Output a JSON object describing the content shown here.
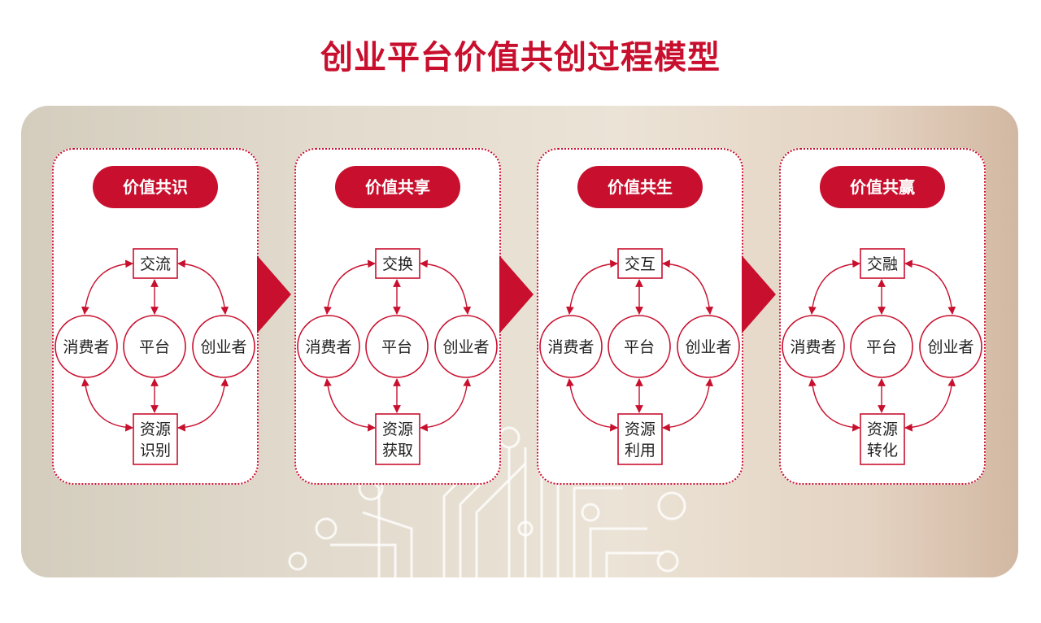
{
  "title": "创业平台价值共创过程模型",
  "colors": {
    "accent": "#c8102e"
  },
  "stages": [
    {
      "name": "价值共识",
      "top": "交流",
      "left": "消费者",
      "center": "平台",
      "right": "创业者",
      "bottom": [
        "资源",
        "识别"
      ]
    },
    {
      "name": "价值共享",
      "top": "交换",
      "left": "消费者",
      "center": "平台",
      "right": "创业者",
      "bottom": [
        "资源",
        "获取"
      ]
    },
    {
      "name": "价值共生",
      "top": "交互",
      "left": "消费者",
      "center": "平台",
      "right": "创业者",
      "bottom": [
        "资源",
        "利用"
      ]
    },
    {
      "name": "价值共赢",
      "top": "交融",
      "left": "消费者",
      "center": "平台",
      "right": "创业者",
      "bottom": [
        "资源",
        "转化"
      ]
    }
  ]
}
